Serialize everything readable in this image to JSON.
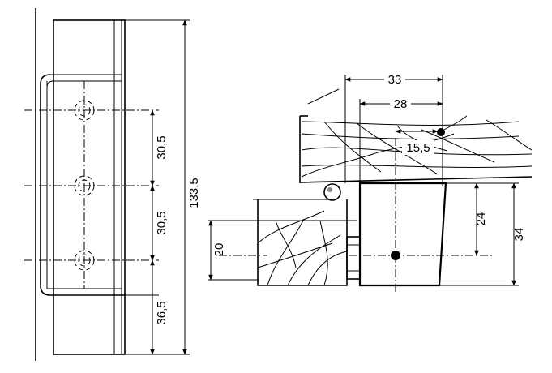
{
  "dimensions": {
    "front_view": {
      "spacing_upper": "30,5",
      "spacing_lower": "30,5",
      "bottom_offset": "36,5",
      "total_height": "133,5"
    },
    "section_view": {
      "depth_outer": "33",
      "depth_inner": "28",
      "bore_offset": "15,5",
      "height_small": "24",
      "height_large": "34",
      "thickness": "20"
    }
  }
}
